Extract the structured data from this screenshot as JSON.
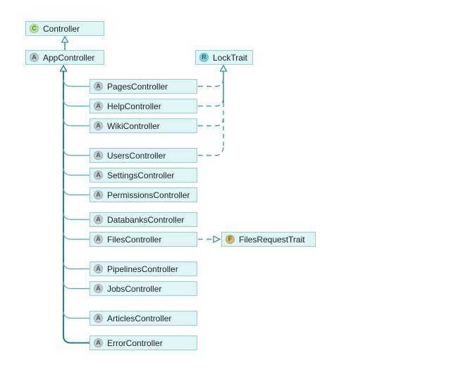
{
  "diagram": {
    "kind": "class-hierarchy-diagram",
    "colors": {
      "background": "#ffffff",
      "node_fill": "#dff4f6",
      "node_border": "#8ecfd8",
      "solid_edge": "#20808f",
      "branch_edge": "#5fb4c2",
      "dashed_edge": "#3fa3b3",
      "arrowhead_fill": "#ffffff",
      "class_icon": "#bde394",
      "abstract_icon": "#bfcad1",
      "trait_icon_teal": "#7fd2df",
      "trait_icon_tan": "#d6ba78",
      "label_text": "#1c2226"
    },
    "nodes": [
      {
        "id": "controller",
        "label": "Controller",
        "icon_letter": "C"
      },
      {
        "id": "app-controller",
        "label": "AppController",
        "icon_letter": "A"
      },
      {
        "id": "lock-trait",
        "label": "LockTrait",
        "icon_letter": "R"
      },
      {
        "id": "pages-controller",
        "label": "PagesController",
        "icon_letter": "A"
      },
      {
        "id": "help-controller",
        "label": "HelpController",
        "icon_letter": "A"
      },
      {
        "id": "wiki-controller",
        "label": "WikiController",
        "icon_letter": "A"
      },
      {
        "id": "users-controller",
        "label": "UsersController",
        "icon_letter": "A"
      },
      {
        "id": "settings-controller",
        "label": "SettingsController",
        "icon_letter": "A"
      },
      {
        "id": "permissions-controller",
        "label": "PermissionsController",
        "icon_letter": "A"
      },
      {
        "id": "databanks-controller",
        "label": "DatabanksController",
        "icon_letter": "A"
      },
      {
        "id": "files-controller",
        "label": "FilesController",
        "icon_letter": "A"
      },
      {
        "id": "files-request-trait",
        "label": "FilesRequestTrait",
        "icon_letter": "F"
      },
      {
        "id": "pipelines-controller",
        "label": "PipelinesController",
        "icon_letter": "A"
      },
      {
        "id": "jobs-controller",
        "label": "JobsController",
        "icon_letter": "A"
      },
      {
        "id": "articles-controller",
        "label": "ArticlesController",
        "icon_letter": "A"
      },
      {
        "id": "error-controller",
        "label": "ErrorController",
        "icon_letter": "A"
      }
    ],
    "edges": [
      {
        "from": "AppController",
        "to": "Controller",
        "type": "extends",
        "style": "solid"
      },
      {
        "from": "PagesController",
        "to": "AppController",
        "type": "extends",
        "style": "solid"
      },
      {
        "from": "HelpController",
        "to": "AppController",
        "type": "extends",
        "style": "solid"
      },
      {
        "from": "WikiController",
        "to": "AppController",
        "type": "extends",
        "style": "solid"
      },
      {
        "from": "UsersController",
        "to": "AppController",
        "type": "extends",
        "style": "solid"
      },
      {
        "from": "SettingsController",
        "to": "AppController",
        "type": "extends",
        "style": "solid"
      },
      {
        "from": "PermissionsController",
        "to": "AppController",
        "type": "extends",
        "style": "solid"
      },
      {
        "from": "DatabanksController",
        "to": "AppController",
        "type": "extends",
        "style": "solid"
      },
      {
        "from": "FilesController",
        "to": "AppController",
        "type": "extends",
        "style": "solid"
      },
      {
        "from": "PipelinesController",
        "to": "AppController",
        "type": "extends",
        "style": "solid"
      },
      {
        "from": "JobsController",
        "to": "AppController",
        "type": "extends",
        "style": "solid"
      },
      {
        "from": "ArticlesController",
        "to": "AppController",
        "type": "extends",
        "style": "solid"
      },
      {
        "from": "ErrorController",
        "to": "AppController",
        "type": "extends",
        "style": "solid"
      },
      {
        "from": "PagesController",
        "to": "LockTrait",
        "type": "uses",
        "style": "dashed"
      },
      {
        "from": "HelpController",
        "to": "LockTrait",
        "type": "uses",
        "style": "dashed"
      },
      {
        "from": "WikiController",
        "to": "LockTrait",
        "type": "uses",
        "style": "dashed"
      },
      {
        "from": "UsersController",
        "to": "LockTrait",
        "type": "uses",
        "style": "dashed"
      },
      {
        "from": "FilesController",
        "to": "FilesRequestTrait",
        "type": "uses",
        "style": "dashed"
      }
    ]
  }
}
